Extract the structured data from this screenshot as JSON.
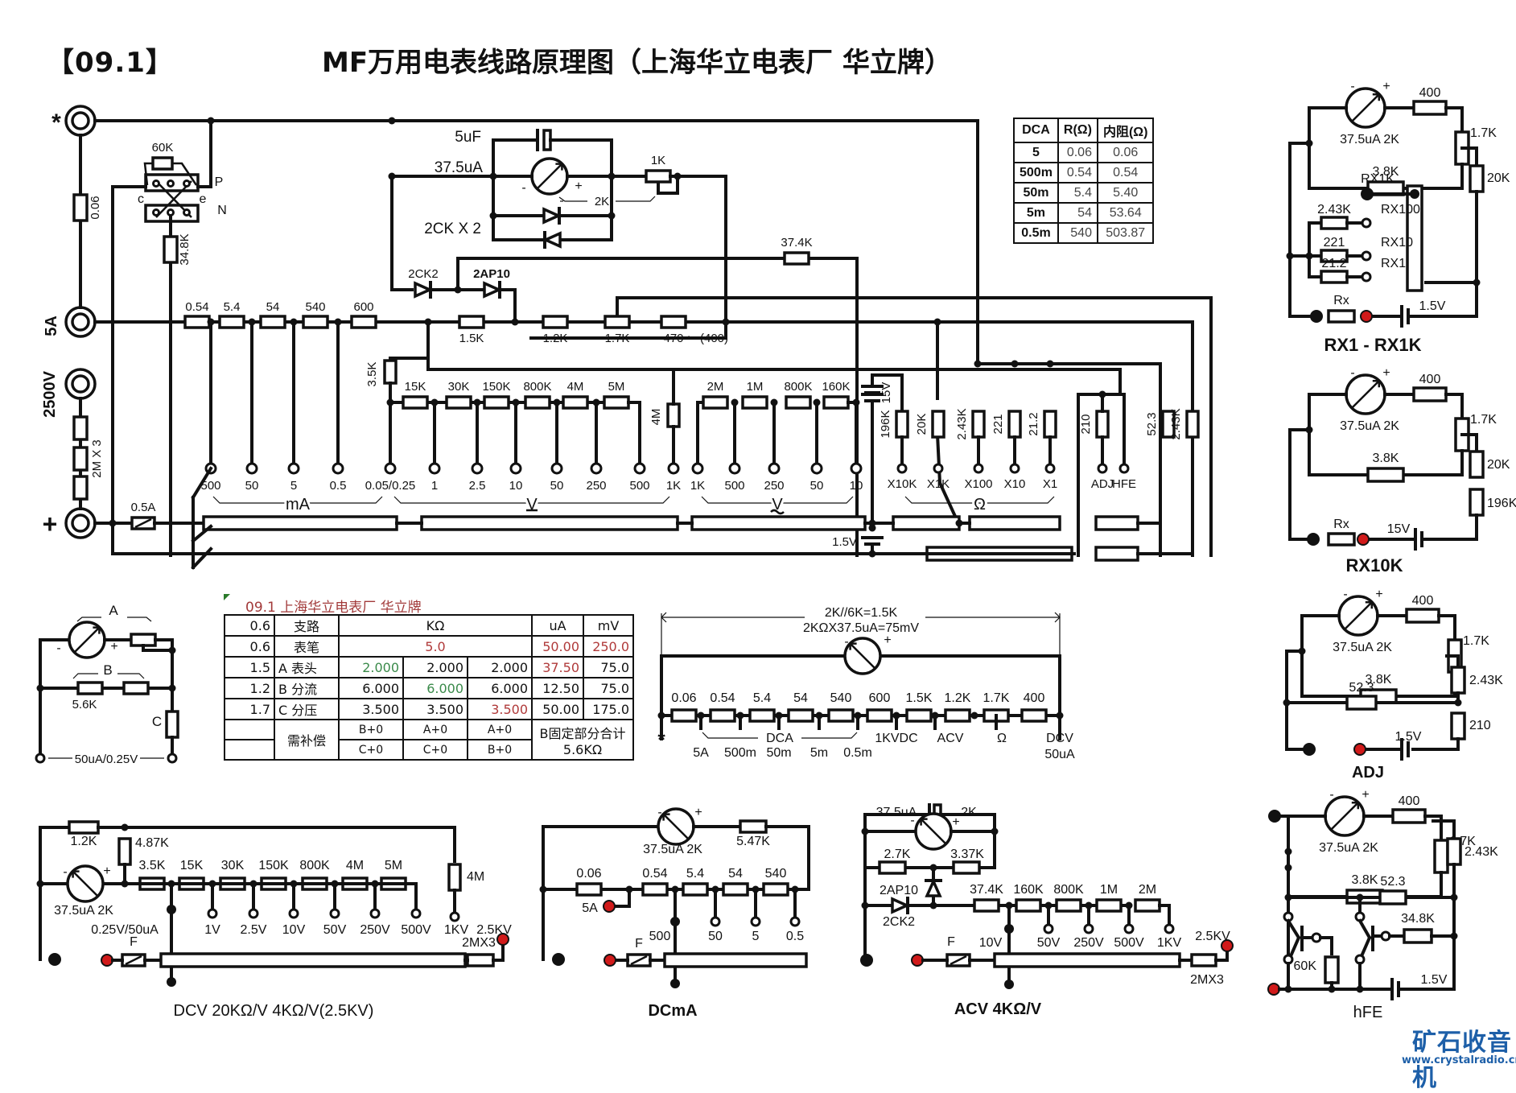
{
  "title": {
    "code": "【09.1】",
    "main": "MF万用电表线路原理图（上海华立电表厂 华立牌）"
  },
  "main_schematic": {
    "terminals": {
      "common": "*",
      "a5": "5A",
      "kv2500": "2500V",
      "plus": "+"
    },
    "hfe_socket": {
      "r_60k": "60K",
      "p": "P",
      "n": "N",
      "c": "c",
      "e": "e",
      "r_34k8": "34.8K"
    },
    "shunt_0_06": "0.06",
    "hv_resistors": "2M X 3",
    "fuse": "0.5A",
    "meter_block": {
      "cap": "5uF",
      "meter": "37.5uA",
      "diodes": "2CK X 2",
      "pot": "1K",
      "pot_r": "2K",
      "minus": "-",
      "plus": "+"
    },
    "rectifier": {
      "d1": "2CK2",
      "d2": "2AP10"
    },
    "r_37_4k": "37.4K",
    "shunt_chain": [
      "0.54",
      "5.4",
      "54",
      "540",
      "600"
    ],
    "mid_chain": [
      "1.5K",
      "1.2K",
      "1.7K",
      "470"
    ],
    "mid_chain_note": "(400)",
    "star": "*",
    "r_3_5k": "3.5K",
    "dcv_chain": [
      "15K",
      "30K",
      "150K",
      "800K",
      "4M",
      "5M"
    ],
    "r_4m": "4M",
    "acv_chain": [
      "2M",
      "1M",
      "800K",
      "160K"
    ],
    "battery_15v": "15V",
    "battery_1_5v": "1.5V",
    "ohm_resistors": [
      "196K",
      "20K",
      "2.43K",
      "221",
      "21.2",
      "210",
      "52.3",
      "2.43K"
    ],
    "ma_ranges": [
      "500",
      "50",
      "5",
      "0.5"
    ],
    "dcv_ranges": [
      "0.05/0.25",
      "1",
      "2.5",
      "10",
      "50",
      "250",
      "500",
      "1K"
    ],
    "acv_ranges": [
      "1K",
      "500",
      "250",
      "50",
      "10"
    ],
    "ohm_ranges": [
      "X10K",
      "X1K",
      "X100",
      "X10",
      "X1",
      "ADJ",
      "HFE"
    ],
    "group_labels": {
      "ma": "mA",
      "dcv": "V",
      "acv": "V",
      "ohm": "Ω"
    }
  },
  "dca_table": {
    "headers": [
      "DCA",
      "R(Ω)",
      "内阻(Ω)"
    ],
    "rows": [
      [
        "5",
        "0.06",
        "0.06"
      ],
      [
        "500m",
        "0.54",
        "0.54"
      ],
      [
        "50m",
        "5.4",
        "5.40"
      ],
      [
        "5m",
        "54",
        "53.64"
      ],
      [
        "0.5m",
        "540",
        "503.87"
      ]
    ]
  },
  "rx1k_circuit": {
    "r400": "400",
    "pot": "1.7K",
    "meter": "37.5uA  2K",
    "r3_8k": "3.8K",
    "r20k": "20K",
    "rx1k": "RX1K",
    "r2_43k": "2.43K",
    "rx100": "RX100",
    "r221": "221",
    "rx10": "RX10",
    "r21_2": "21.2",
    "rx1": "RX1",
    "rx": "Rx",
    "bat": "1.5V",
    "caption": "RX1 - RX1K"
  },
  "rx10k_circuit": {
    "r400": "400",
    "pot": "1.7K",
    "meter": "37.5uA  2K",
    "r3_8k": "3.8K",
    "r20k": "20K",
    "r196k": "196K",
    "rx": "Rx",
    "bat": "15V",
    "caption": "RX10K"
  },
  "adj_circuit": {
    "r400": "400",
    "pot": "1.7K",
    "meter": "37.5uA  2K",
    "r3_8k": "3.8K",
    "r2_43k": "2.43K",
    "r52_3": "52.3",
    "r210": "210",
    "bat": "1.5V",
    "caption": "ADJ"
  },
  "hfe_circuit": {
    "r400": "400",
    "pot": "1.7K",
    "meter": "37.5uA  2K",
    "r3_8k": "3.8K",
    "r2_43k": "2.43K",
    "r52_3": "52.3",
    "r34_8k": "34.8K",
    "r60k": "60K",
    "bat": "1.5V",
    "caption": "hFE"
  },
  "abc_circuit": {
    "a": "A",
    "b": "B",
    "c": "C",
    "r5_6k": "5.6K",
    "span": "50uA/0.25V"
  },
  "calc_table": {
    "caption": "09.1 上海华立电表厂 华立牌",
    "rows": [
      {
        "k": "0.6",
        "name": "支路",
        "kohm": "KΩ",
        "ua": "uA",
        "mv": "mV"
      },
      {
        "k": "0.6",
        "name": "表笔",
        "kohm": "5.0",
        "ua": "50.00",
        "mv": "250.0"
      },
      {
        "k": "1.5",
        "name": "A 表头",
        "v": [
          "2.000",
          "2.000",
          "2.000"
        ],
        "ua": "37.50",
        "mv": "75.0"
      },
      {
        "k": "1.2",
        "name": "B 分流",
        "v": [
          "6.000",
          "6.000",
          "6.000"
        ],
        "ua": "12.50",
        "mv": "75.0"
      },
      {
        "k": "1.7",
        "name": "C 分压",
        "v": [
          "3.500",
          "3.500",
          "3.500"
        ],
        "ua": "50.00",
        "mv": "175.0"
      }
    ],
    "comp_label": "需补偿",
    "comp_row1": [
      "B+0",
      "A+0",
      "A+0"
    ],
    "comp_row2": [
      "C+0",
      "C+0",
      "B+0"
    ],
    "note": "B固定部分合计 5.6KΩ",
    "colors": {
      "red": "#b03a3a",
      "green": "#3a8a4a"
    }
  },
  "shunt_diagram": {
    "line1": "2K//6K=1.5K",
    "line2": "2KΩX37.5uA=75mV",
    "resistors": [
      "0.06",
      "0.54",
      "5.4",
      "54",
      "540",
      "600",
      "1.5K",
      "1.2K",
      "1.7K",
      "400"
    ],
    "star": "*",
    "dca": "DCA",
    "taps": [
      "5A",
      "500m",
      "50m",
      "5m",
      "0.5m"
    ],
    "kvdc": "1KVDC",
    "acv": "ACV",
    "ohm": "Ω",
    "dcv": "DCV",
    "dcv_ua": "50uA"
  },
  "dcv_circuit": {
    "r1_2k": "1.2K",
    "r4_87k": "4.87K",
    "meter": "37.5uA 2K",
    "chain": [
      "3.5K",
      "15K",
      "30K",
      "150K",
      "800K",
      "4M",
      "5M"
    ],
    "ranges": [
      "1V",
      "2.5V",
      "10V",
      "50V",
      "250V",
      "500V"
    ],
    "base": "0.25V/50uA",
    "r4m": "4M",
    "kv1": "1KV",
    "kv25": "2.5KV",
    "hv": "2MX3",
    "fuse": "F",
    "caption": "DCV   20KΩ/V   4KΩ/V(2.5KV)"
  },
  "dcma_circuit": {
    "meter": "37.5uA 2K",
    "r5_47k": "5.47K",
    "chain": [
      "0.06",
      "0.54",
      "5.4",
      "54",
      "540"
    ],
    "a5": "5A",
    "ranges": [
      "500",
      "50",
      "5",
      "0.5"
    ],
    "fuse": "F",
    "caption": "DCmA"
  },
  "acv_circuit": {
    "meter": "37.5uA",
    "r2k": "2K",
    "r2_7k": "2.7K",
    "r3_37k": "3.37K",
    "d1": "2AP10",
    "d2": "2CK2",
    "chain": [
      "37.4K",
      "160K",
      "800K",
      "1M",
      "2M"
    ],
    "ranges": [
      "10V",
      "50V",
      "250V",
      "500V",
      "1KV"
    ],
    "kv25": "2.5KV",
    "hv": "2MX3",
    "fuse": "F",
    "caption": "ACV   4KΩ/V"
  },
  "watermark": {
    "cn": "矿石收音机",
    "url": "www.crystalradio.cn"
  },
  "colors": {
    "ink": "#111111",
    "red_terminal": "#d11a1a",
    "red_text": "#b03a3a",
    "green_text": "#3a8a4a",
    "watermark": "#1d5fa8"
  }
}
